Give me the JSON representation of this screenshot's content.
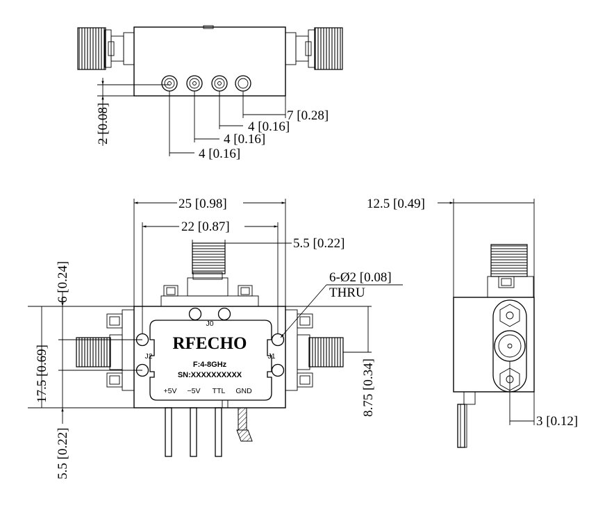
{
  "top_view": {
    "dims": {
      "d_2": "2 [0.08]",
      "d_7": "7 [0.28]",
      "d_4a": "4 [0.16]",
      "d_4b": "4 [0.16]",
      "d_4c": "4 [0.16]"
    }
  },
  "front_view": {
    "brand": "RFECHO",
    "freq": "F:4-8GHz",
    "serial": "SN:XXXXXXXXXX",
    "ports": {
      "j0": "J0",
      "j1": "J1",
      "j2": "J2"
    },
    "pins": [
      "+5V",
      "−5V",
      "TTL",
      "GND"
    ],
    "dims": {
      "width_25": "25 [0.98]",
      "width_22": "22 [0.87]",
      "conn_55": "5.5 [0.22]",
      "holes": "6-Ø2 [0.08]",
      "holes_thru": "THRU",
      "top_6": "6 [0.24]",
      "height_175": "17.5 [0.69]",
      "bottom_55": "5.5 [0.22]",
      "side_875": "8.75 [0.34]"
    }
  },
  "side_view": {
    "dims": {
      "depth_125": "12.5 [0.49]",
      "offset_3": "3 [0.12]"
    }
  }
}
